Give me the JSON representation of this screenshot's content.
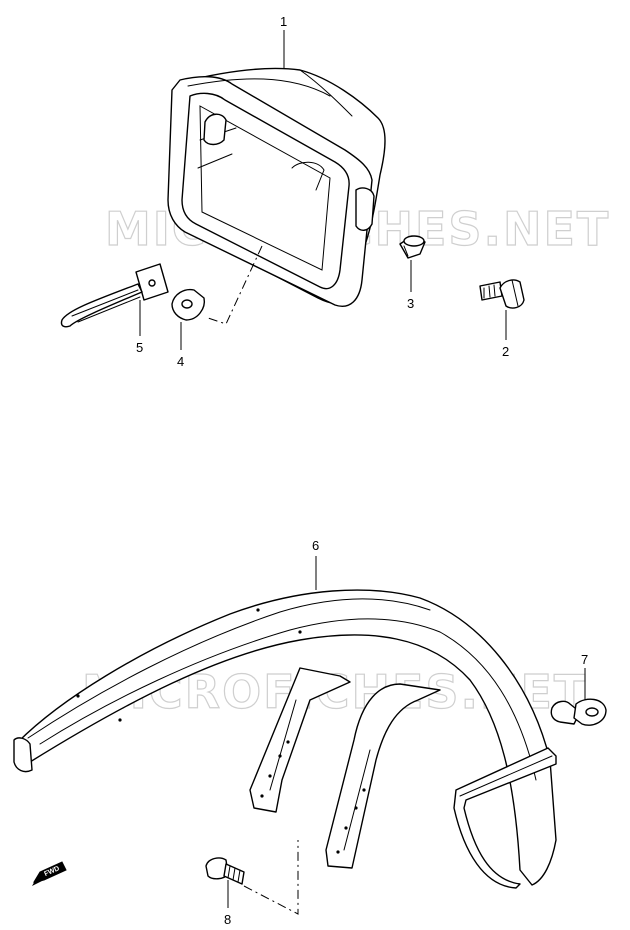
{
  "watermark_text": "MICROFICHES.NET",
  "fwd_label": "FWD",
  "callouts": [
    "1",
    "2",
    "3",
    "4",
    "5",
    "6",
    "7",
    "8"
  ],
  "colors": {
    "line": "#000000",
    "background": "#ffffff",
    "watermark": "#cfcfcf"
  }
}
